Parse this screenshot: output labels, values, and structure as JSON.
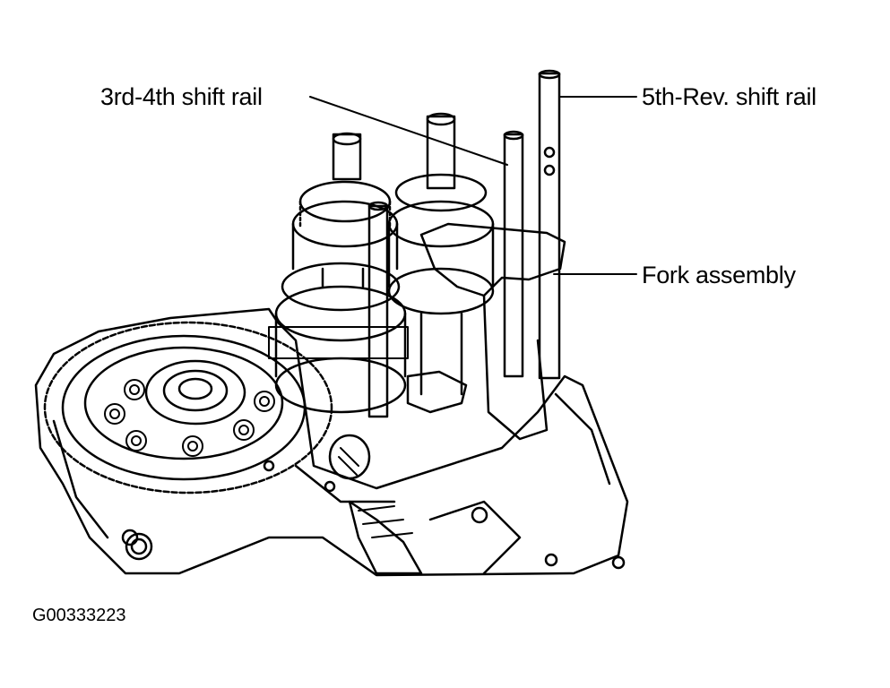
{
  "figure": {
    "labels": {
      "shift_rail_3rd_4th": "3rd-4th shift rail",
      "shift_rail_5th_rev": "5th-Rev. shift rail",
      "fork_assembly": "Fork assembly"
    },
    "figure_id": "G00333223"
  },
  "colors": {
    "ink": "#000000",
    "paper": "#ffffff"
  }
}
